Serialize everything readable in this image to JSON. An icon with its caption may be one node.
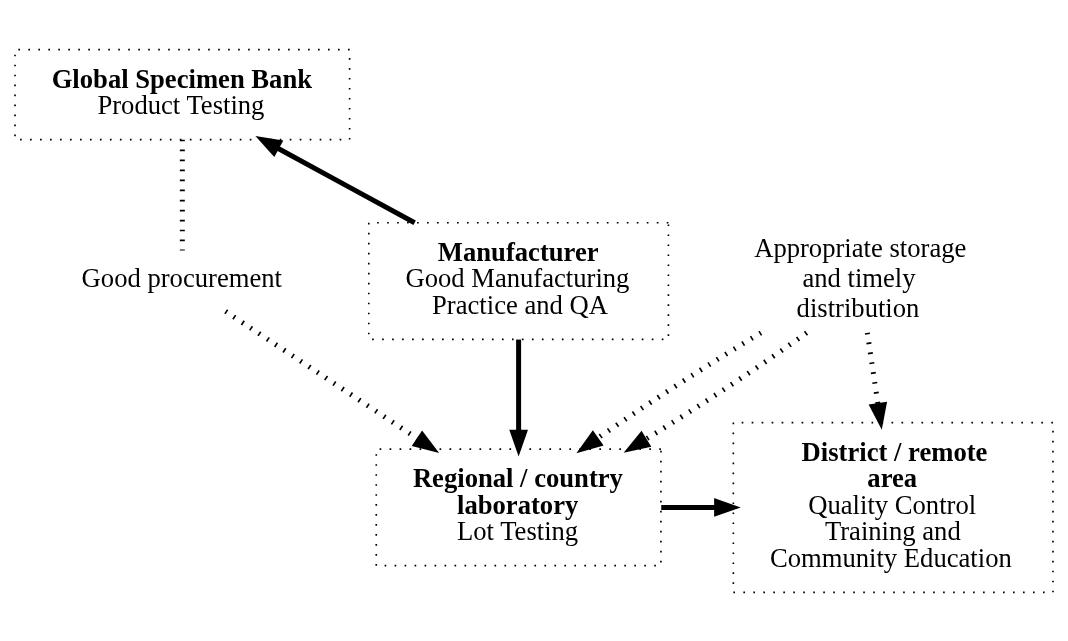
{
  "diagram": {
    "nodes": [
      {
        "text": [
          "Global Specimen Bank",
          "Product Testing"
        ]
      },
      {
        "text": [
          "Manufacturer",
          "Good Manufacturing Practice and QA"
        ]
      },
      {
        "text": [
          "Good procurement"
        ]
      },
      {
        "text": [
          "Appropriate storage and timely distribution"
        ]
      },
      {
        "text": [
          "Regional / country laboratory",
          "Lot Testing"
        ]
      },
      {
        "text": [
          "District / remote area",
          "Quality Control",
          "Training and Community Education"
        ]
      }
    ],
    "edges": [
      {
        "from": 1,
        "to": 0,
        "arrow": "to"
      },
      {
        "from": 1,
        "to": 4,
        "arrow": "to"
      },
      {
        "from": 0,
        "to": 2,
        "arrow": "none",
        "style": "dashed"
      },
      {
        "from": 2,
        "to": 4,
        "arrow": "to",
        "style": "dashed"
      },
      {
        "from": 3,
        "to": 4,
        "arrow": "to",
        "style": "dashed"
      },
      {
        "from": 3,
        "to": 4,
        "arrow": "to",
        "style": "dashed"
      },
      {
        "from": 3,
        "to": 5,
        "arrow": "to",
        "style": "dashed"
      },
      {
        "from": 4,
        "to": 5,
        "arrow": "to"
      }
    ]
  }
}
